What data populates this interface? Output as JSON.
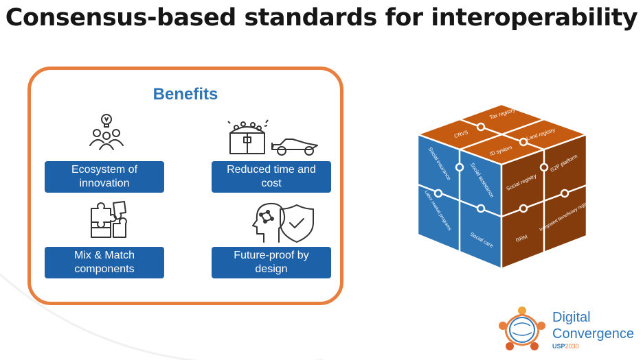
{
  "slide": {
    "title": "Consensus-based standards for interoperability"
  },
  "benefits": {
    "title": "Benefits",
    "items": [
      {
        "label_line1": "Ecosystem of",
        "label_line2": "innovation",
        "icon": "people-lightbulb-icon"
      },
      {
        "label_line1": "Reduced time and",
        "label_line2": "cost",
        "icon": "treasure-chest-race-car-icon"
      },
      {
        "label_line1": "Mix & Match",
        "label_line2": "components",
        "icon": "puzzle-pieces-icon"
      },
      {
        "label_line1": "Future-proof by",
        "label_line2": "design",
        "icon": "brain-shield-icon"
      }
    ]
  },
  "cube": {
    "top": [
      "Tax registry",
      "CRVS",
      "Land registry",
      "ID system"
    ],
    "left": [
      "Social insurance",
      "Social assistance",
      "Labor market programs",
      "Social care"
    ],
    "right": [
      "Social registry",
      "G2P platform",
      "GRM",
      "Integrated beneficiary registry"
    ],
    "colors": {
      "top": "#c55a11",
      "left": "#2e75b6",
      "right": "#843c0c"
    }
  },
  "logo": {
    "line1": "Digital",
    "line2": "Convergence",
    "sub_a": "USP",
    "sub_b": "2030"
  }
}
